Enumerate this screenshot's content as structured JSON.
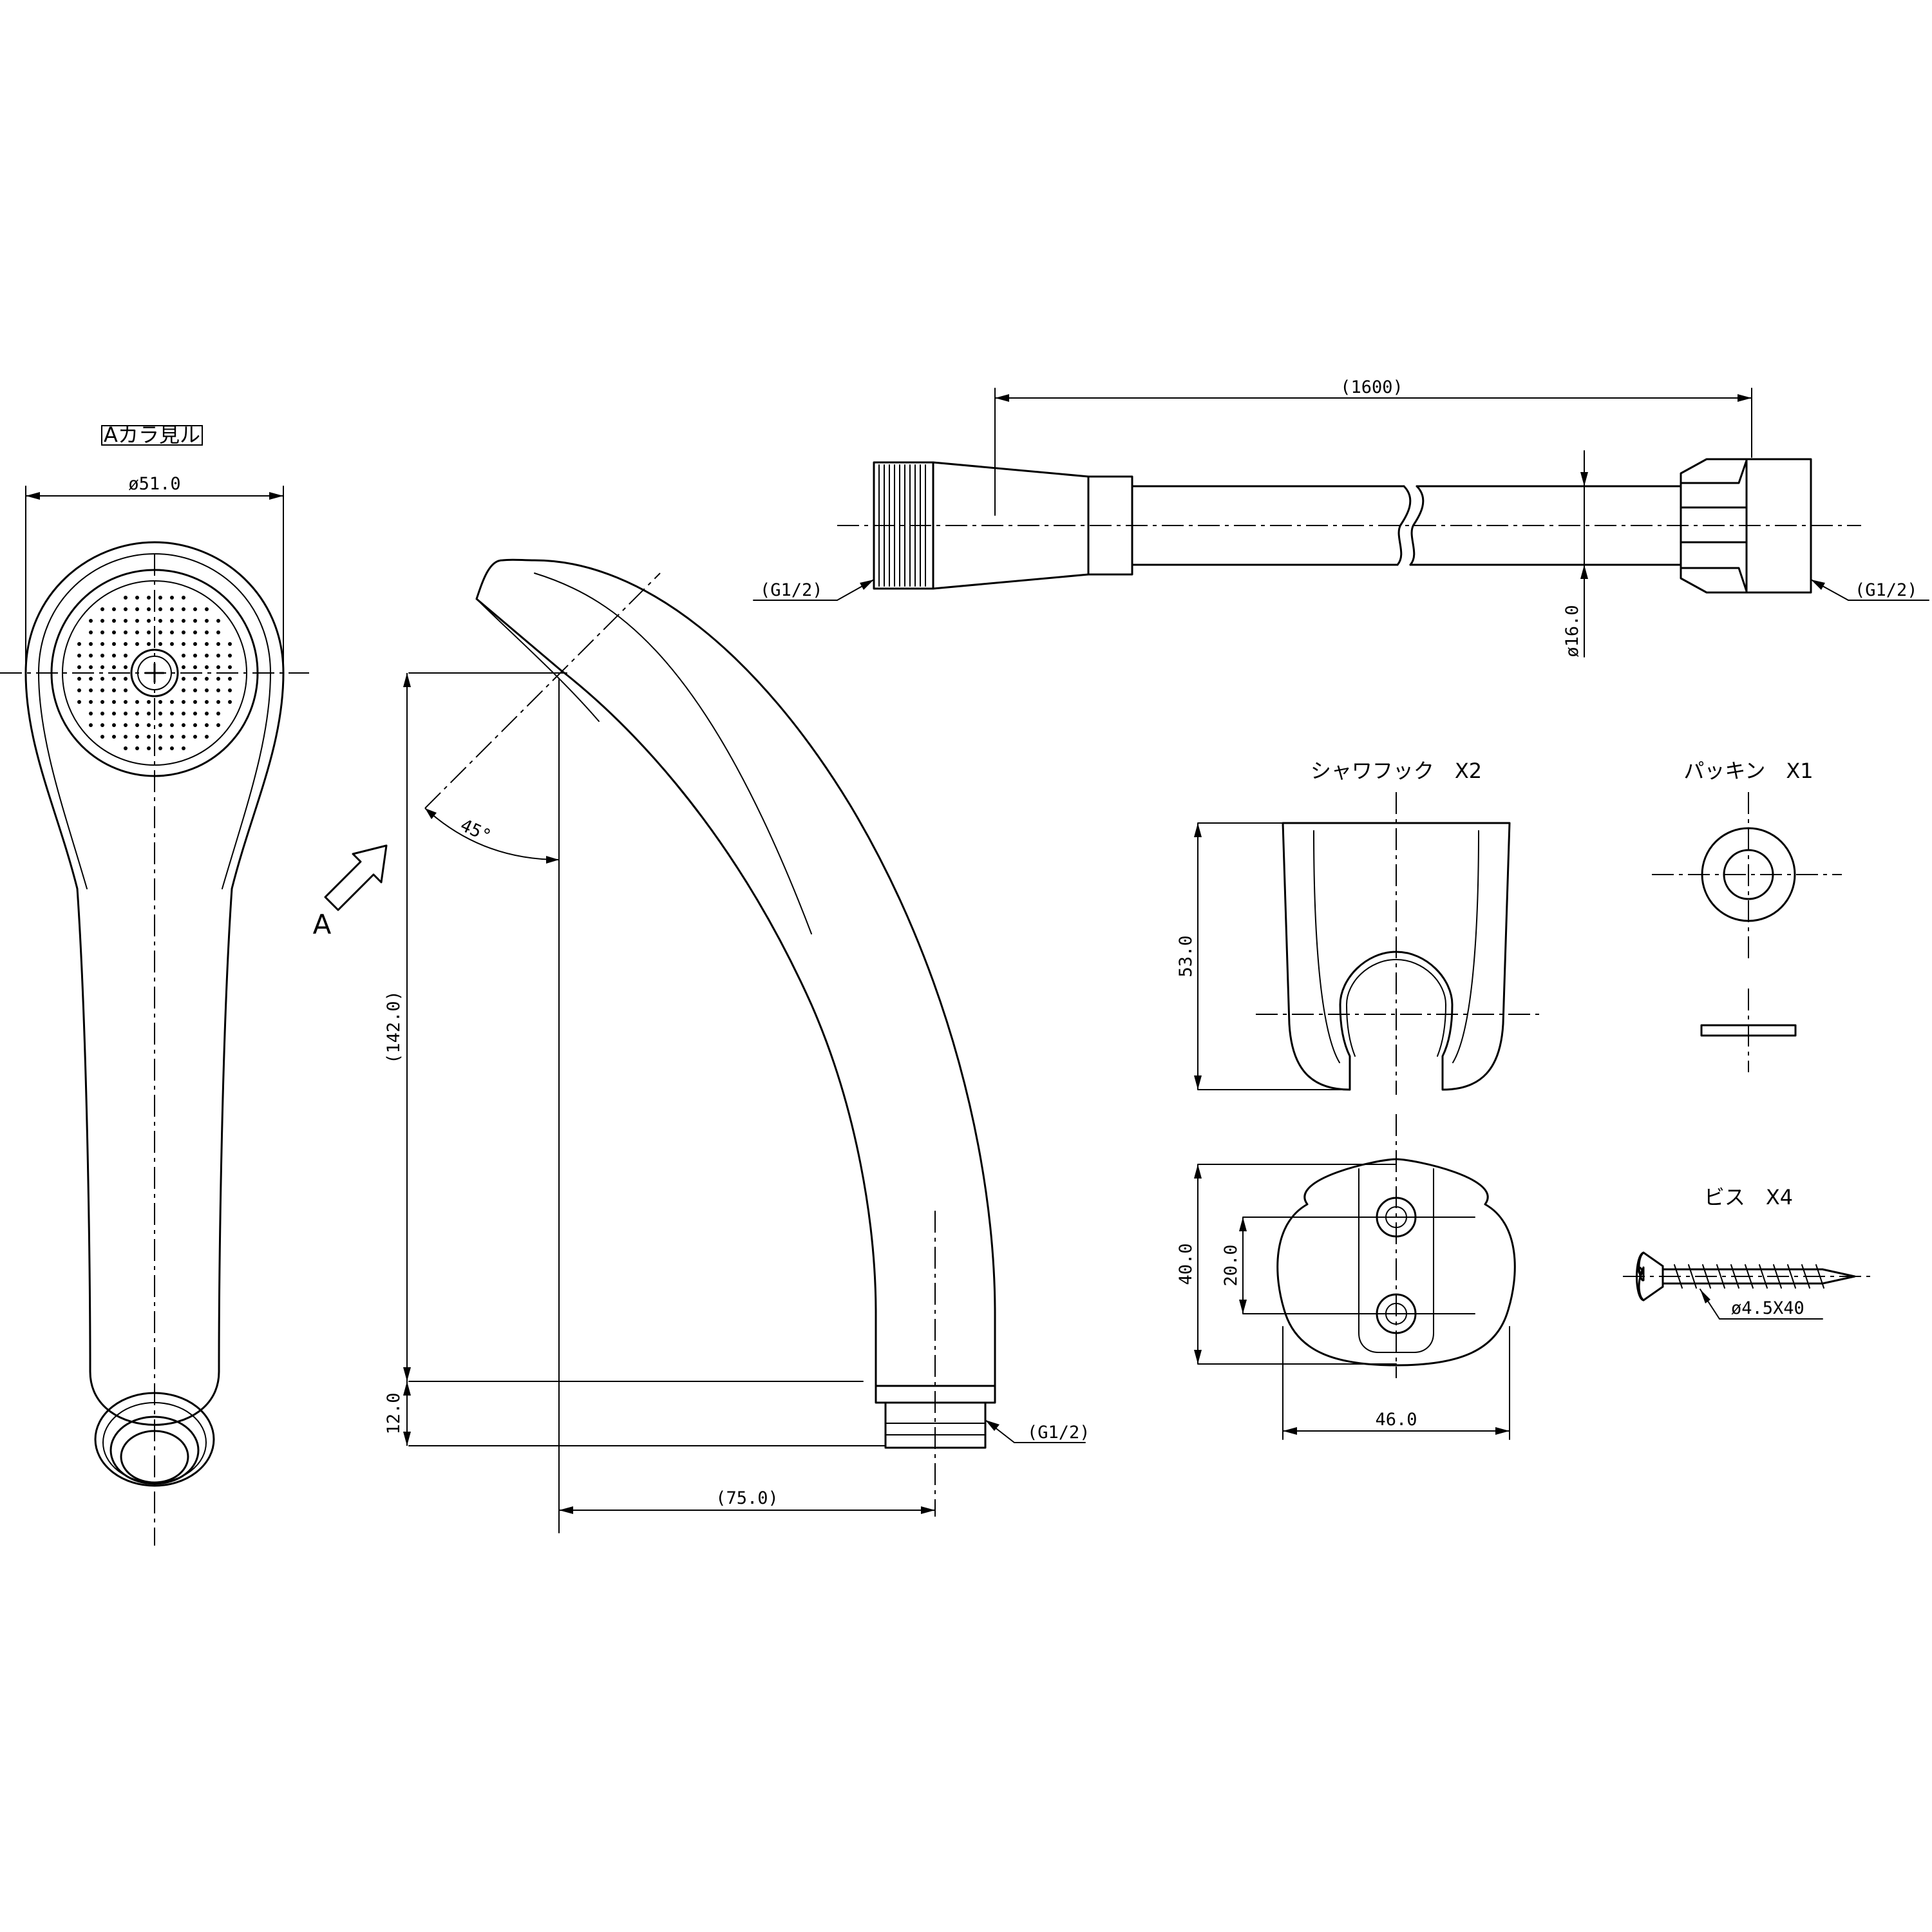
{
  "views": {
    "view_from_a": "Aカラ見ル",
    "arrow_letter": "A"
  },
  "dimensions": {
    "head_diameter": "ø51.0",
    "angle": "45°",
    "height": "(142.0)",
    "connector_height": "12.0",
    "offset": "(75.0)",
    "thread_head": "(G1/2)",
    "hose_length": "(1600)",
    "hose_diameter": "ø16.0",
    "hose_thread_left": "(G1/2)",
    "hose_thread_right": "(G1/2)",
    "hook_height": "53.0",
    "hook_base_height": "40.0",
    "hook_hole_pitch": "20.0",
    "hook_width": "46.0",
    "screw_size": "ø4.5X40"
  },
  "parts": {
    "shower_hook": "シャワフック　X2",
    "packing": "パッキン　X1",
    "screw": "ビス　X4"
  }
}
